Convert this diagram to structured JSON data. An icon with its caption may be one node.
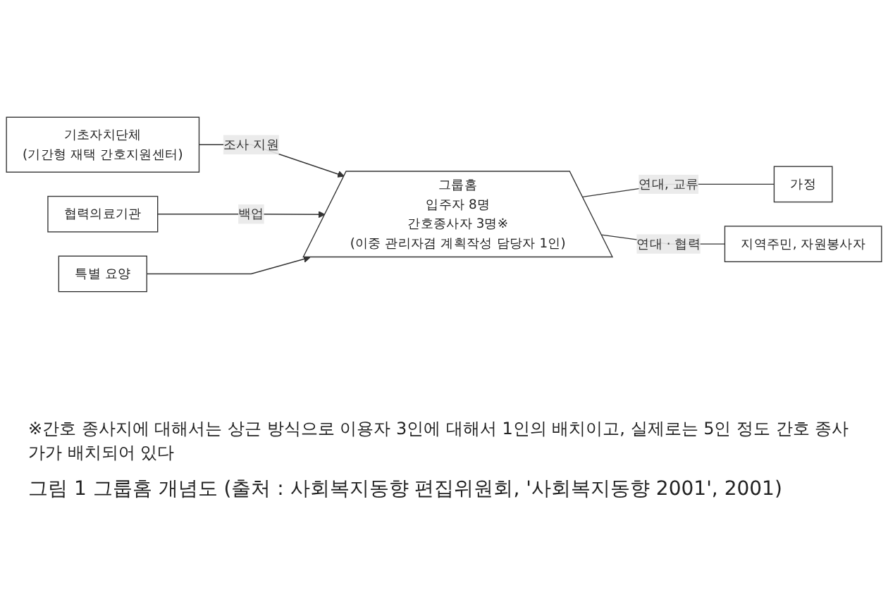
{
  "diagram": {
    "caption": "그림 1 그룹홈 개념도 (출처 : 사회복지동향 편집위원회, '사회복지동향 2001', 2001)",
    "nodes": [
      {
        "text": [
          "기초자치단체",
          "(기간형 재택 간호지원센터)"
        ]
      },
      {
        "text": [
          "그룹홈",
          "입주자 8명",
          "간호종사자 3명※",
          "(이중 관리자겸 계획작성 담당자 1인)"
        ]
      },
      {
        "text": [
          "가정"
        ]
      },
      {
        "text": [
          "지역주민, 자원봉사자"
        ]
      },
      {
        "text": [
          "협력의료기관"
        ]
      },
      {
        "text": [
          "특별 요양"
        ]
      }
    ],
    "edges": [
      {
        "from": 0,
        "to": 1,
        "arrow": "to",
        "label": "조사 지원"
      },
      {
        "from": 1,
        "to": 2,
        "arrow": "none",
        "label": "연대, 교류"
      },
      {
        "from": 1,
        "to": 3,
        "arrow": "none",
        "label": "연대 · 협력"
      },
      {
        "from": 4,
        "to": 1,
        "arrow": "to",
        "label": "백업"
      },
      {
        "from": 5,
        "to": 1,
        "arrow": "to"
      }
    ],
    "labels": [
      "※간호 종사지에 대해서는 상근 방식으로 이용자 3인에 대해서 1인의 배치이고, 실제로는 5인 정도 간호 종사가가 배치되어 있다"
    ]
  }
}
